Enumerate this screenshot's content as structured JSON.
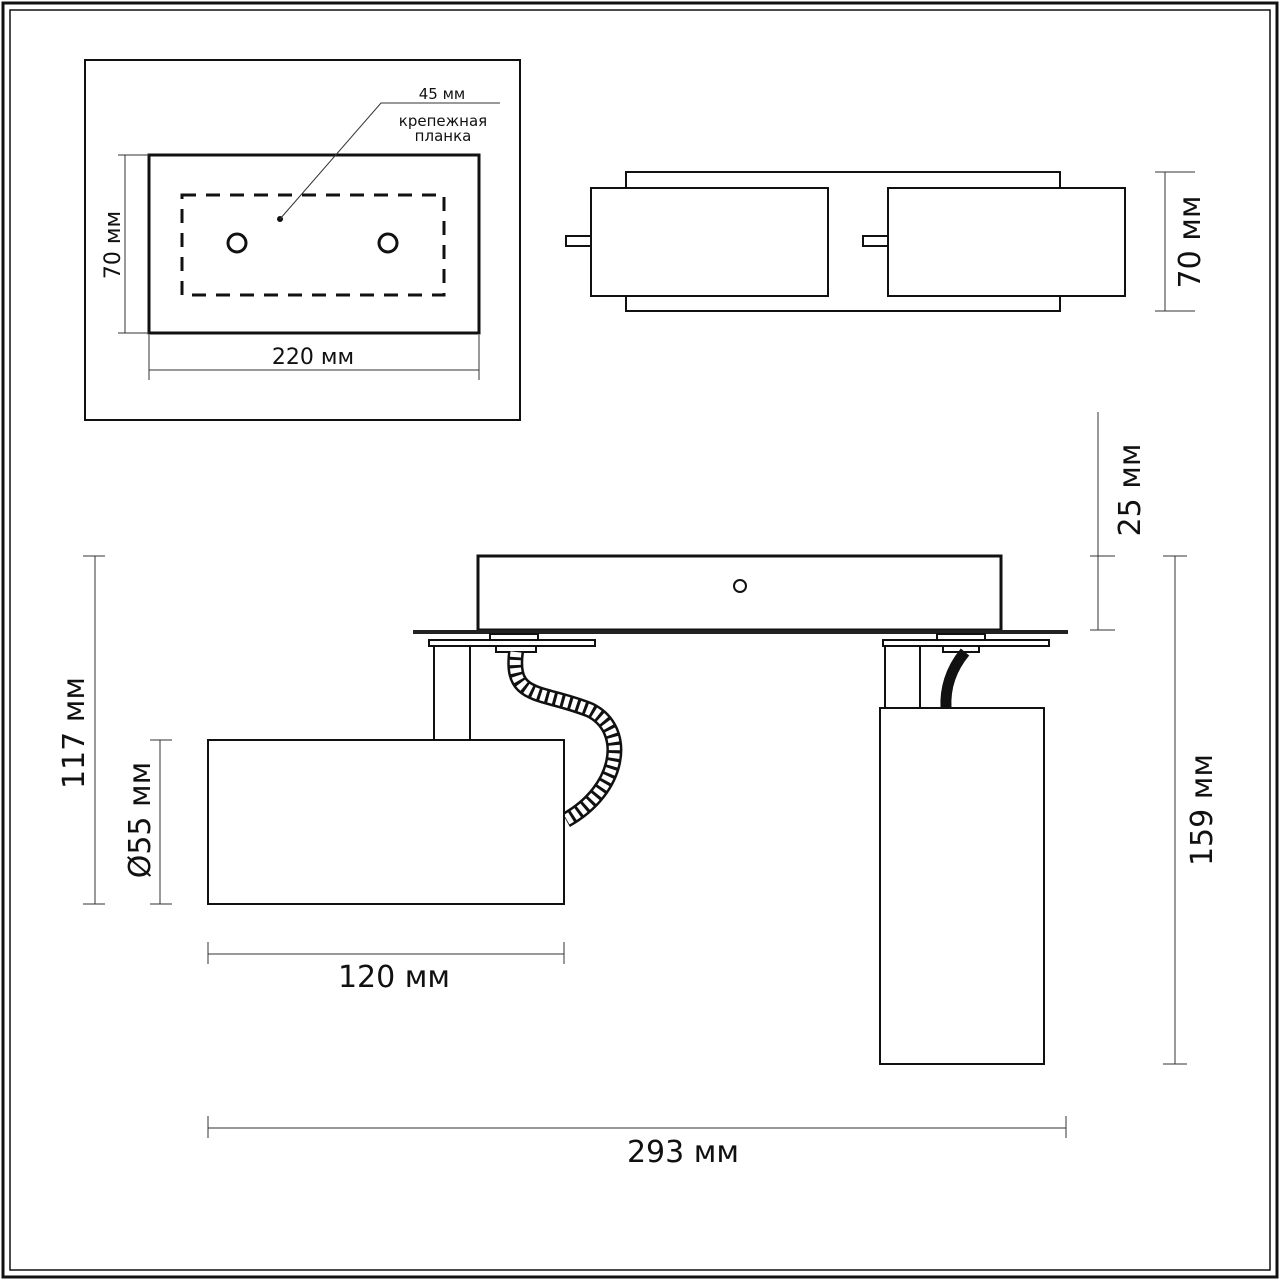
{
  "top_view": {
    "bracket_width": "45 мм",
    "bracket_label_line1": "крепежная",
    "bracket_label_line2": "планка",
    "height": "70 мм",
    "width": "220 мм"
  },
  "front_view": {
    "height": "70 мм"
  },
  "side_view": {
    "base_height": "25 мм",
    "left_height": "117 мм",
    "diameter": "Ø55 мм",
    "right_height": "159 мм",
    "shade_length": "120 мм",
    "total_width": "293 мм"
  },
  "colors": {
    "line": "#111111",
    "background": "#ffffff"
  }
}
